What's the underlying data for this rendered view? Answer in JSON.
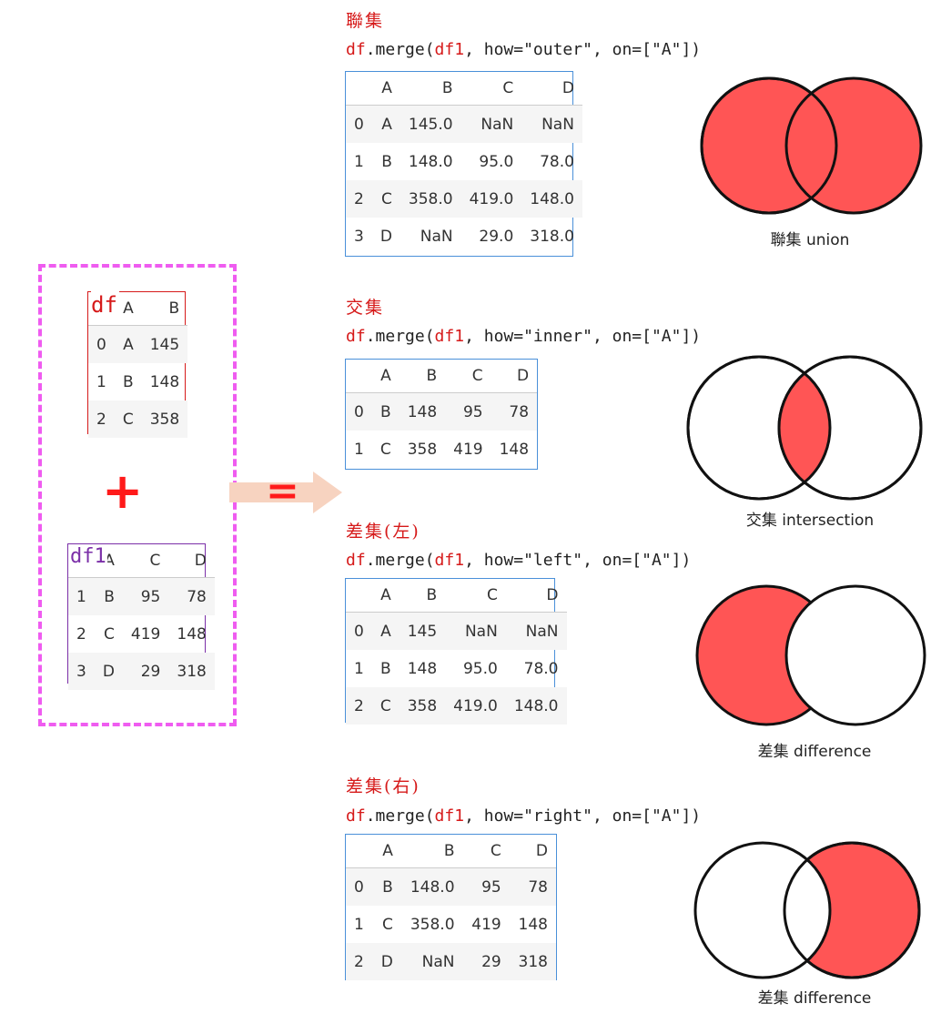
{
  "left": {
    "df_label": "df",
    "df1_label": "df1",
    "plus": "+",
    "equals": "=",
    "df": {
      "columns": [
        "",
        "A",
        "B"
      ],
      "rows": [
        [
          "0",
          "A",
          "145"
        ],
        [
          "1",
          "B",
          "148"
        ],
        [
          "2",
          "C",
          "358"
        ]
      ]
    },
    "df1": {
      "columns": [
        "",
        "A",
        "C",
        "D"
      ],
      "rows": [
        [
          "1",
          "B",
          "95",
          "78"
        ],
        [
          "2",
          "C",
          "419",
          "148"
        ],
        [
          "3",
          "D",
          "29",
          "318"
        ]
      ]
    }
  },
  "sections": [
    {
      "title": "聯集",
      "code": {
        "obj": "df",
        "method": ".merge(",
        "arg": "df1",
        "rest": ", how=\"outer\", on=[\"A\"])"
      },
      "table": {
        "columns": [
          "",
          "A",
          "B",
          "C",
          "D"
        ],
        "rows": [
          [
            "0",
            "A",
            "145.0",
            "NaN",
            "NaN"
          ],
          [
            "1",
            "B",
            "148.0",
            "95.0",
            "78.0"
          ],
          [
            "2",
            "C",
            "358.0",
            "419.0",
            "148.0"
          ],
          [
            "3",
            "D",
            "NaN",
            "29.0",
            "318.0"
          ]
        ]
      },
      "venn_label": "聯集 union",
      "fill": "union"
    },
    {
      "title": "交集",
      "code": {
        "obj": "df",
        "method": ".merge(",
        "arg": "df1",
        "rest": ", how=\"inner\", on=[\"A\"])"
      },
      "table": {
        "columns": [
          "",
          "A",
          "B",
          "C",
          "D"
        ],
        "rows": [
          [
            "0",
            "B",
            "148",
            "95",
            "78"
          ],
          [
            "1",
            "C",
            "358",
            "419",
            "148"
          ]
        ]
      },
      "venn_label": "交集 intersection",
      "fill": "intersection"
    },
    {
      "title": "差集(左)",
      "code": {
        "obj": "df",
        "method": ".merge(",
        "arg": "df1",
        "rest": ", how=\"left\", on=[\"A\"])"
      },
      "table": {
        "columns": [
          "",
          "A",
          "B",
          "C",
          "D"
        ],
        "rows": [
          [
            "0",
            "A",
            "145",
            "NaN",
            "NaN"
          ],
          [
            "1",
            "B",
            "148",
            "95.0",
            "78.0"
          ],
          [
            "2",
            "C",
            "358",
            "419.0",
            "148.0"
          ]
        ]
      },
      "venn_label": "差集 difference",
      "fill": "left"
    },
    {
      "title": "差集(右)",
      "code": {
        "obj": "df",
        "method": ".merge(",
        "arg": "df1",
        "rest": ", how=\"right\", on=[\"A\"])"
      },
      "table": {
        "columns": [
          "",
          "A",
          "B",
          "C",
          "D"
        ],
        "rows": [
          [
            "0",
            "B",
            "148.0",
            "95",
            "78"
          ],
          [
            "1",
            "C",
            "358.0",
            "419",
            "148"
          ],
          [
            "2",
            "D",
            "NaN",
            "29",
            "318"
          ]
        ]
      },
      "venn_label": "差集 difference",
      "fill": "right"
    }
  ],
  "colors": {
    "fill": "#ff5555",
    "accent_red": "#d61a1a",
    "purple": "#7b2fa8",
    "dash": "#ef5cf0",
    "table_border": "#4a90d9",
    "arrow": "#f7d3c0"
  }
}
